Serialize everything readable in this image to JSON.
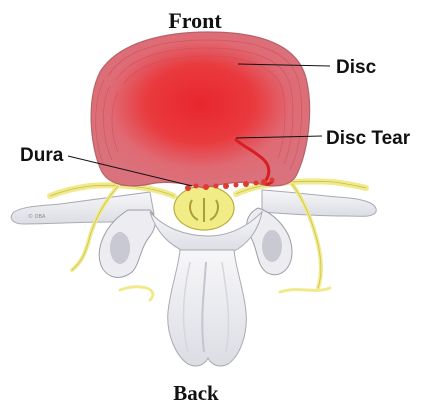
{
  "labels": {
    "front": "Front",
    "back": "Back",
    "disc": "Disc",
    "disc_tear": "Disc Tear",
    "dura": "Dura",
    "watermark": "© OBA"
  },
  "colors": {
    "disc_outer": "#e07a82",
    "disc_inner": "#e8262e",
    "tear": "#d81e22",
    "nerve": "#f0ea8c",
    "nerve_stroke": "#c8bf4a",
    "bone": "#f3f3f6",
    "bone_shade": "#c9cad3",
    "ink": "#111111"
  }
}
